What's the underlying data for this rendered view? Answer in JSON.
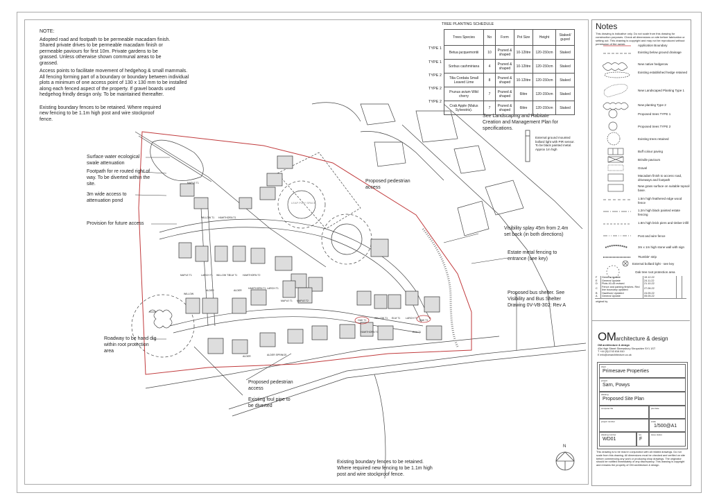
{
  "notes_block": {
    "heading": "NOTE:",
    "paragraph1": "Adopted road and footpath to be permeable macadam finish. Shared private drives to be permeable macadam finish or permeable paviours for first 10m. Private gardens to be grassed. Unless otherwise shown communal areas to be grassed.",
    "paragraph2": "Access points to facilitate movement of hedgehog & small mammals.",
    "paragraph3": "All fencing forming part of a boundary or boundary between individual plots a minimum of one access point of 130 x 130 mm to be installed along each fenced aspect of the property. If gravel boards used hedgehog frindly design only. To be maintained thereafter.",
    "paragraph4": "Existing boundary fences to be retained. Where required new fencing to be 1.1m high post and wire stockproof fence."
  },
  "callouts": {
    "swale": "Surface water ecological swale attenuation",
    "footpath": "Footpath for re routed right of way. To be diverted within the site.",
    "access3m": "3m wide access to attenuation pond",
    "future_access": "Provision for future access",
    "ped_access_top": "Proposed pedestrian access",
    "leap": "LEAP PLAY SPACE",
    "landscaping": "See Landscaping and Habitate Creation and Management Plan for specifications.",
    "bollard": "External ground mounted bollard light with PIR sensor. To be black painted metal. Approx 1m high",
    "visibility": "Visibility splay 45m from 2.4m set back (in both directions)",
    "estate_fencing": "Estate metal fencing to entrance (see key)",
    "bus_shelter": "Proposed bus shelter. See Visibility and Bus Shelter Drawing 0V-VB-302: Rev A",
    "roadway_hand_dig": "Roadway to be hand dig within root protection area",
    "ped_access_bottom": "Proposed pedestrian access",
    "foul_pipe": "Existing foul pipe to be diverted",
    "bottom_fence_note": "Existing boundary fences to be retained. Where required new fencing to be 1.1m high post and wire stockproof fence.",
    "north": "N"
  },
  "plot_labels": [
    "MAPLE T1",
    "WILLOW T1",
    "HAWTHORN T1",
    "MAPLE T1",
    "LARCH T1",
    "WILLOW T1",
    "ELM T1",
    "HAWTHORN T2",
    "WILLOW",
    "ALDER",
    "ALDER",
    "HAWTHORN T1",
    "LARCH T1",
    "MAPLE T1",
    "MAPLE T2",
    "OAK T1",
    "WILLOW T1",
    "ELM T1",
    "LARCH T1",
    "OAK T1",
    "HAWTHORN T1",
    "ELM T1",
    "ALDER",
    "ALDER SPRINGS"
  ],
  "tree_schedule": {
    "title": "TREE PLANTING SCHEDULE",
    "headers": [
      "Trees Species",
      "No",
      "Form",
      "Pot Size",
      "Height",
      "Staked/ guyed"
    ],
    "rows": [
      {
        "type": "TYPE 1",
        "species": "Betua jacquemontii",
        "no": "10",
        "form": "Pruned & shaped",
        "pot": "10-12litre",
        "height": "120-150cm",
        "staked": "Staked"
      },
      {
        "type": "TYPE 1",
        "species": "Sorbus cashmiriana",
        "no": "4",
        "form": "Pruned & shaped",
        "pot": "10-12litre",
        "height": "120-150cm",
        "staked": "Staked"
      },
      {
        "type": "TYPE 2",
        "species": "Tilia Cordata Small Leaved Lime",
        "no": "8",
        "form": "Pruned & shaped",
        "pot": "10-12litre",
        "height": "120-150cm",
        "staked": "Staked"
      },
      {
        "type": "TYPE 2",
        "species": "Prunus avium Wild cherry",
        "no": "7",
        "form": "Pruned & shaped",
        "pot": "6litre",
        "height": "120-150cm",
        "staked": "Staked"
      },
      {
        "type": "TYPE 2",
        "species": "Crab Apple (Malus Sylvestris).",
        "no": "7",
        "form": "Pruned & shaped",
        "pot": "6litre",
        "height": "120-150cm",
        "staked": "Staked"
      }
    ]
  },
  "legend": {
    "title": "Notes",
    "intro": "This drawing is indicative only. Do not scale from this drawing for construction purposes. Check all dimensions on site before fabrication or setting out. This drawing is copyright and may not be reproduced without permission of the owner.",
    "items": [
      "Application Boundary",
      "Existing below ground drainage",
      "New native hedgerow",
      "Existing established hedge retained",
      "New Landscaped Planting Type 1",
      "New planting Type 2",
      "Proposed trees TYPE 1",
      "Proposed trees TYPE 2",
      "Existing trees retained",
      "Buff colour paving",
      "Brindle paviours",
      "Gravel",
      "Macadam finish to access road, driveways and footpath",
      "New grass surface on suitable topsoil base.",
      "1.5m high feathered edge wood fence",
      "1.2m high black painted estate fencing",
      "1.8m high brick piers and timber infill",
      "Post and wire fence",
      "3m x 1m high stone wall with sign",
      "'Rumble' strip",
      "External bollard light - see key",
      "Oak tree root protection area"
    ]
  },
  "revisions": [
    {
      "rev": "F",
      "desc": "General Update",
      "date": "19.12.22"
    },
    {
      "rev": "E",
      "desc": "General Update",
      "date": "24.11.22"
    },
    {
      "rev": "D",
      "desc": "Plots 40-45 revised",
      "date": "21.10.22"
    },
    {
      "rev": "C",
      "desc": "Fence and parking finishes. Red line boundary updated",
      "date": "27.06.22"
    },
    {
      "rev": "B",
      "desc": "Hawthorn Updated",
      "date": "24.05.22"
    },
    {
      "rev": "A",
      "desc": "General Update",
      "date": "05.05.22"
    }
  ],
  "revisions_footer": "original by",
  "company": {
    "logo_big": "OM",
    "logo_small": "architecture & design",
    "name": "OM architecture & design",
    "address": "43a High Street Shrewsbury Shropshire SY1 1ST",
    "phone": "T +44 (0)1743 816 810",
    "email": "E info@omarchitecture.co.uk"
  },
  "title_block": {
    "client_label": "client",
    "client": "Primesave Properties",
    "project_label": "project",
    "project": "Sarn, Powys",
    "drawing_label": "drawing",
    "drawing": "Proposed Site Plan",
    "computer_file_label": "computer file",
    "computer_file": "",
    "plot_date_label": "plot date",
    "plot_date": "",
    "project_number_label": "project number",
    "project_number": "",
    "scale_label": "scale",
    "scale": "1/500@A1",
    "drawing_number_label": "drawing number",
    "drawing_number": "WD01",
    "rev_label": "rev",
    "rev": "F",
    "issue_status_label": "issue status",
    "issue_status": ""
  },
  "disclaimer": "This drawing is to be read in conjunction with all related drawings. Do not scale from this drawing. All dimensions must be checked and verified on site before commencing any work or producing shop drawings. The originator should be notified immediately of any discrepancy. This drawing is copyright and remains the property of OM architecture & design.",
  "colors": {
    "boundary_red": "#c0393b",
    "line": "#333333",
    "frame": "#aaaaaa"
  }
}
